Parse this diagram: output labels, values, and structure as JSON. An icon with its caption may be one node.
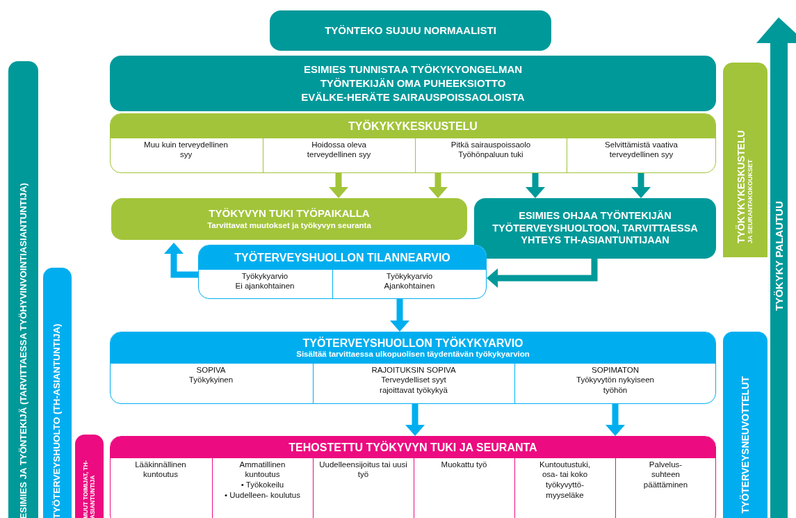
{
  "diagram": {
    "nodes": [
      {
        "text": [
          "TYÖNTEKO SUJUU NORMAALISTI"
        ]
      },
      {
        "text": [
          "ESIMIES TUNNISTAA TYÖKYKYONGELMAN",
          "TYÖNTEKIJÄN OMA PUHEEKSIOTTO",
          "EVÄLKE-HERÄTE SAIRAUSPOISSAOLOISTA"
        ]
      },
      {
        "text": [
          "TYÖKYKYKESKUSTELU"
        ]
      },
      {
        "text": [
          "Muu kuin terveydellinen syy"
        ],
        "in": 2
      },
      {
        "text": [
          "Hoidossa oleva terveydellinen syy"
        ],
        "in": 2
      },
      {
        "text": [
          "Pitkä sairauspoissaolo",
          "Työhönpaluun tuki"
        ],
        "in": 2
      },
      {
        "text": [
          "Selvittämistä vaativa terveydellinen syy"
        ],
        "in": 2
      },
      {
        "text": [
          "TYÖKYVYN TUKI TYÖPAIKALLA",
          "Tarvittavat muutokset ja työkyvyn seuranta"
        ]
      },
      {
        "text": [
          "ESIMIES OHJAA TYÖNTEKIJÄN TYÖTERVEYSHUOLTOON, TARVITTAESSA YHTEYS TH-ASIANTUNTIJAAN"
        ]
      },
      {
        "text": [
          "TYÖTERVEYSHUOLLON TILANNEARVIO"
        ]
      },
      {
        "text": [
          "Työkykyarvio",
          "Ei ajankohtainen"
        ],
        "in": 9
      },
      {
        "text": [
          "Työkykyarvio",
          "Ajankohtainen"
        ],
        "in": 9
      },
      {
        "text": [
          "TYÖTERVEYSHUOLLON TYÖKYKYARVIO",
          "Sisältää tarvittaessa ulkopuolisen täydentävän työkykyarvion"
        ]
      },
      {
        "text": [
          "SOPIVA",
          "Työkykyinen"
        ],
        "in": 12
      },
      {
        "text": [
          "RAJOITUKSIN SOPIVA",
          "Terveydelliset syyt rajoittavat työkykyä"
        ],
        "in": 12
      },
      {
        "text": [
          "SOPIMATON",
          "Työkyvytön nykyiseen työhön"
        ],
        "in": 12
      },
      {
        "text": [
          "TEHOSTETTU TYÖKYVYN TUKI JA SEURANTA"
        ]
      },
      {
        "text": [
          "Lääkinnällinen kuntoutus"
        ],
        "in": 16
      },
      {
        "text": [
          "Ammatillinen kuntoutus",
          "• Työkokeilu",
          "• Uudelleen- koulutus"
        ],
        "in": 16
      },
      {
        "text": [
          "Uudelleensijoitus tai uusi työ"
        ],
        "in": 16
      },
      {
        "text": [
          "Muokattu työ"
        ],
        "in": 16
      },
      {
        "text": [
          "Kuntoutustuki, osa- tai koko työkyvyttö- myyseläke"
        ],
        "in": 16
      },
      {
        "text": [
          "Palvelus- suhteen päättäminen"
        ],
        "in": 16
      },
      {
        "text": [
          "ESIMIES JA TYÖNTEKIJÄ (TARVITTAESSA TYÖHYVINVOINTIASIANTUNTIJA)"
        ]
      },
      {
        "text": [
          "TYÖTERVEYSHUOLTO (TH-ASIANTUNTIJA)"
        ]
      },
      {
        "text": [
          "MUUT TOIMIJAT, TH-ASIANTUNTIJA"
        ]
      },
      {
        "text": [
          "TYÖKYKYKESKUSTELU",
          "JA SEURANTAKOKOUKSET"
        ]
      },
      {
        "text": [
          "TYÖTERVEYSNEUVOTTELUT"
        ]
      }
    ],
    "edges": [
      {
        "from": 4,
        "to": 7,
        "arrow": "to",
        "color": "#a2c43a"
      },
      {
        "from": 5,
        "to": 7,
        "arrow": "to",
        "color": "#a2c43a"
      },
      {
        "from": 5,
        "to": 8,
        "arrow": "to",
        "color": "#00999a"
      },
      {
        "from": 6,
        "to": 8,
        "arrow": "to",
        "color": "#00999a"
      },
      {
        "from": 8,
        "to": 9,
        "arrow": "to",
        "color": "#00999a"
      },
      {
        "from": 9,
        "to": 7,
        "arrow": "to"
      },
      {
        "from": 9,
        "to": 12,
        "arrow": "to"
      },
      {
        "from": 14,
        "to": 16,
        "arrow": "to"
      },
      {
        "from": 15,
        "to": 16,
        "arrow": "to"
      }
    ],
    "labels": [
      "TYÖKYKY PALAUTUU"
    ]
  }
}
